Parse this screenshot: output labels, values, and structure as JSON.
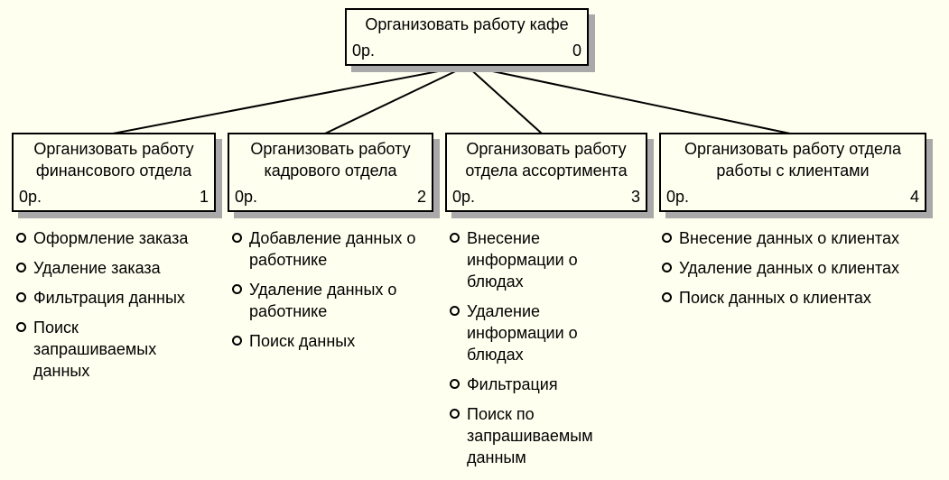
{
  "root": {
    "title": "Организовать работу кафе",
    "cost": "0р.",
    "number": "0"
  },
  "children": [
    {
      "title": "Организовать работу финансового отдела",
      "cost": "0р.",
      "number": "1",
      "items": [
        "Оформление  заказа",
        "Удаление  заказа",
        "Фильтрация данных",
        "Поиск запрашиваемых данных"
      ]
    },
    {
      "title": "Организовать работу кадрового отдела",
      "cost": "0р.",
      "number": "2",
      "items": [
        "Добавление данных о работнике",
        "Удаление данных  о работнике",
        "Поиск данных"
      ]
    },
    {
      "title": "Организовать работу отдела ассортимента",
      "cost": "0р.",
      "number": "3",
      "items": [
        "Внесение информации  о блюдах",
        "Удаление информации  о блюдах",
        "Фильтрация",
        "Поиск по запрашиваемым данным"
      ]
    },
    {
      "title": "Организовать работу отдела работы с клиентами",
      "cost": "0р.",
      "number": "4",
      "items": [
        "Внесение данных  о клиентах",
        "Удаление данных  о клиентах",
        "Поиск данных  о клиентах"
      ]
    }
  ]
}
